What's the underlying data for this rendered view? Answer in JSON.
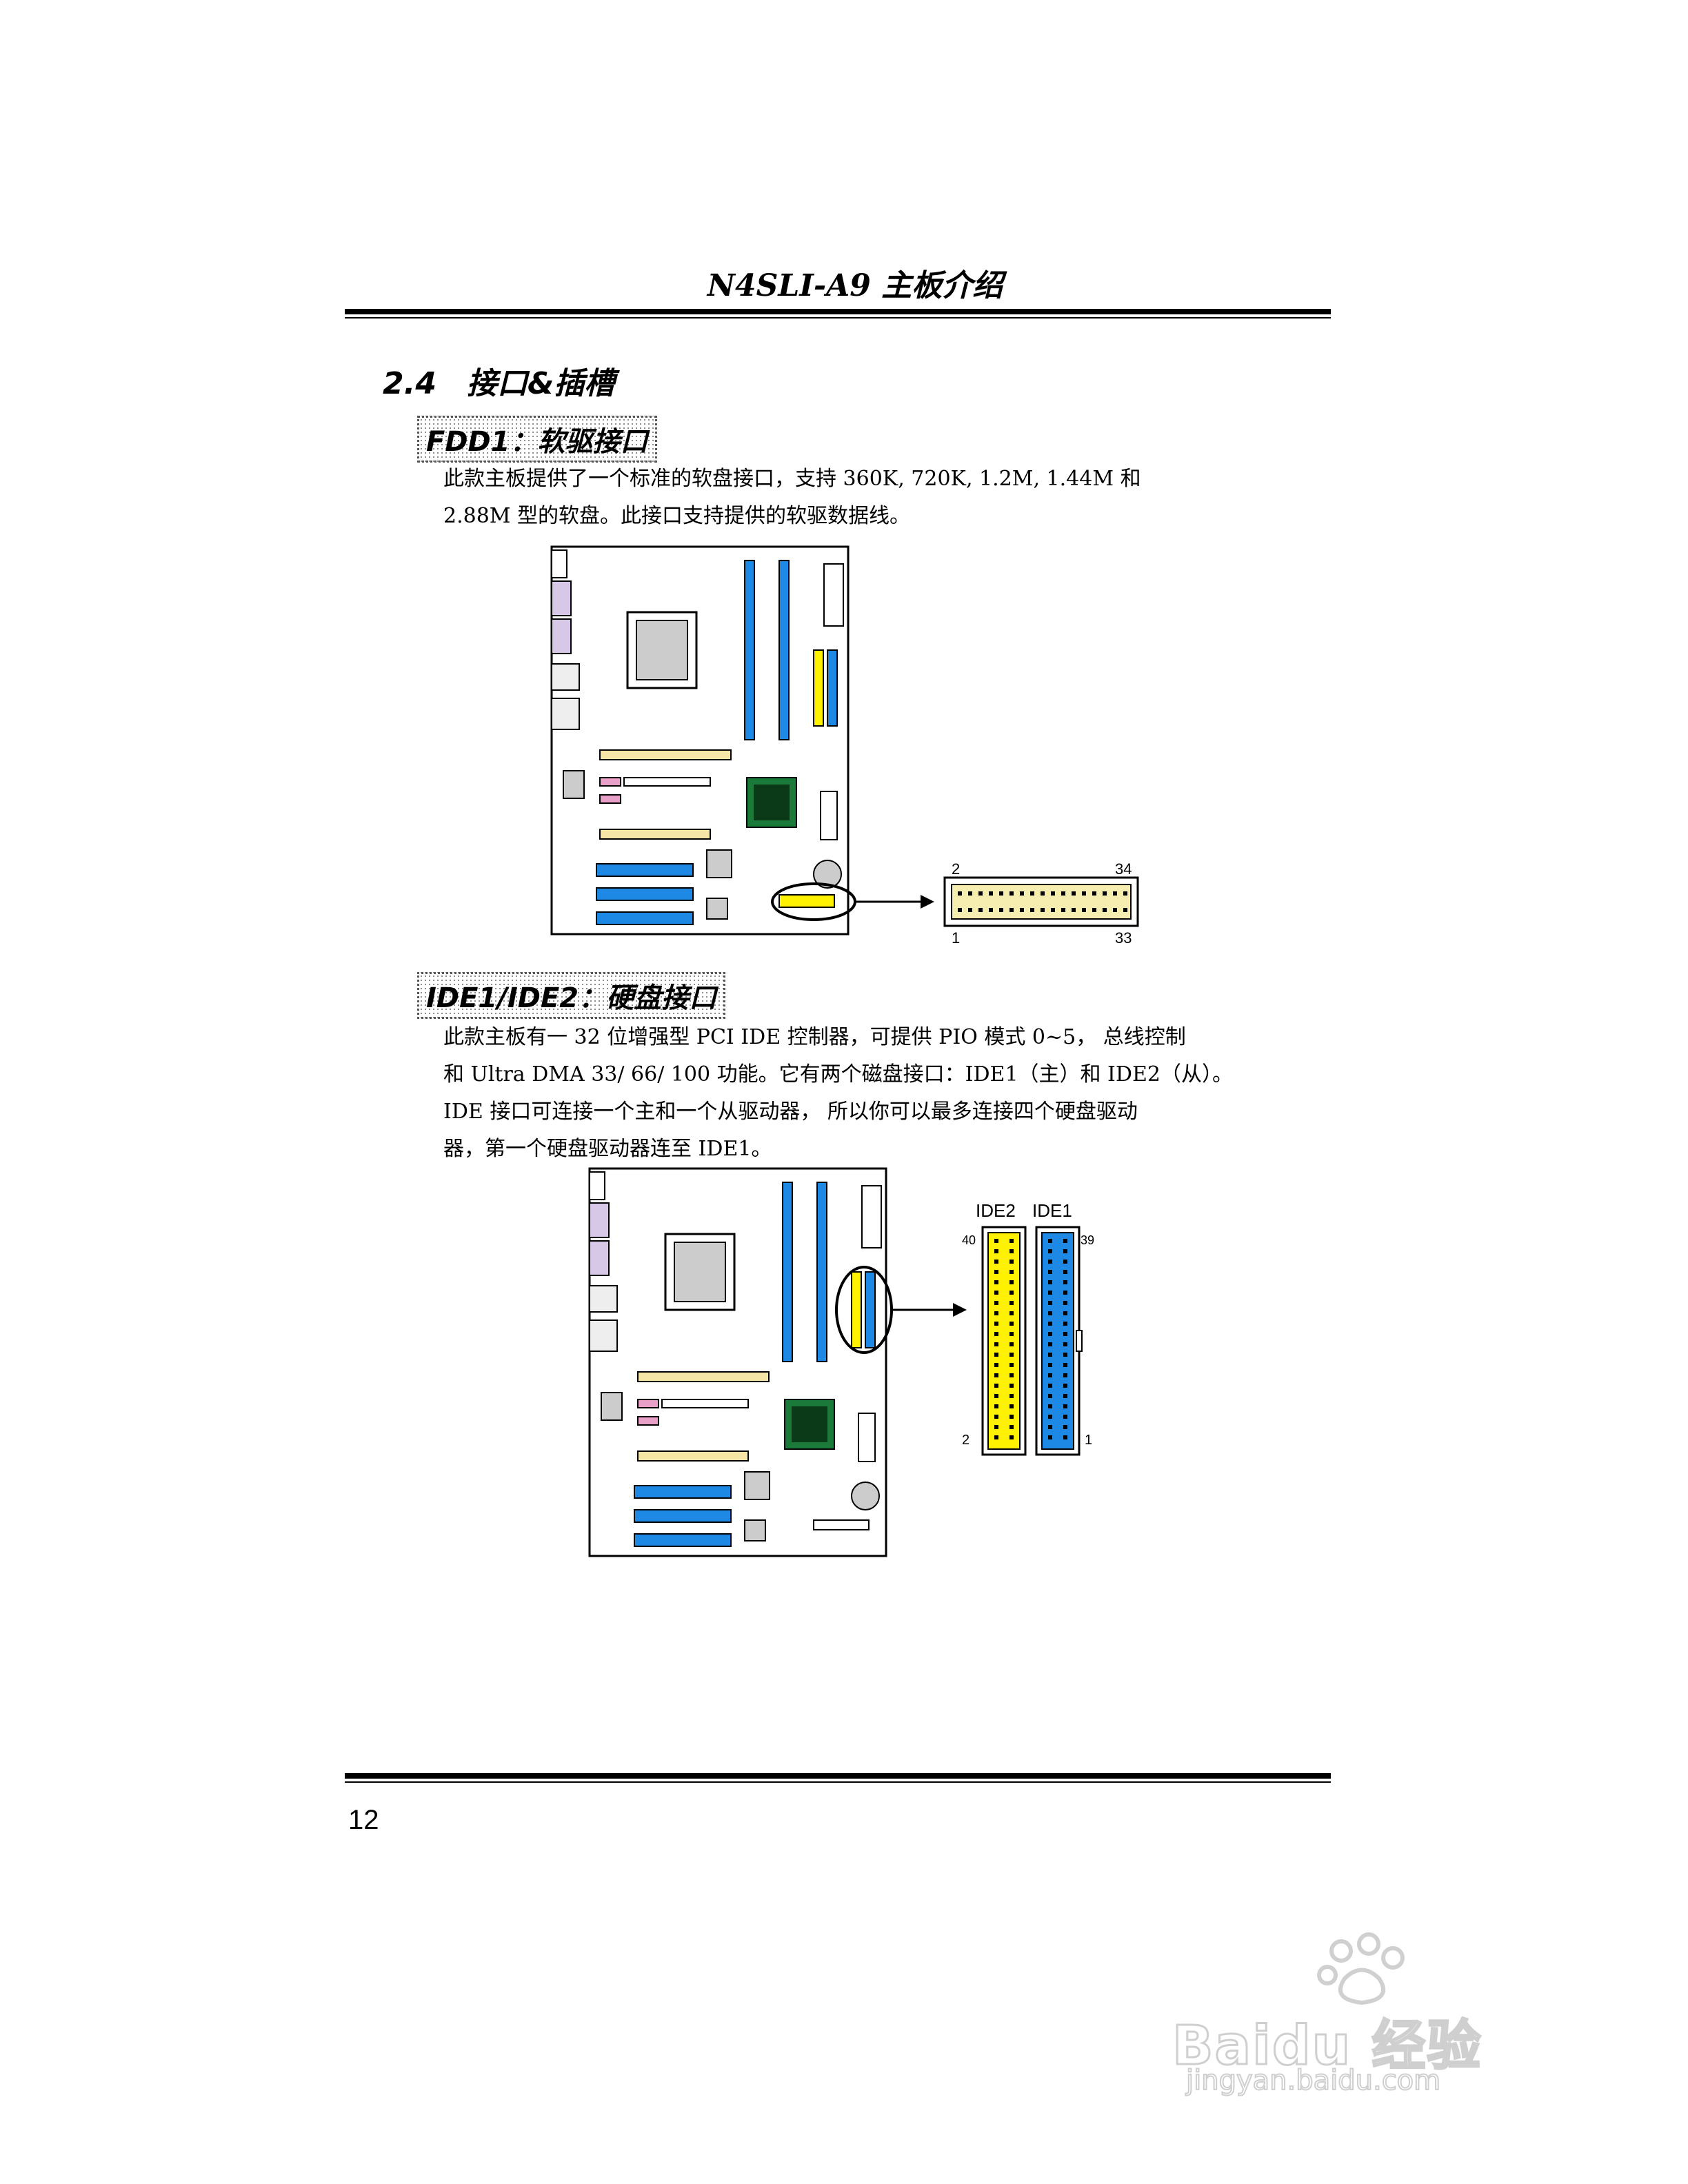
{
  "header": {
    "title": "N4SLI-A9 主板介绍"
  },
  "section": {
    "title": "2.4　接口&插槽"
  },
  "fdd": {
    "title": "FDD1：软驱接口",
    "line1": "此款主板提供了一个标准的软盘接口，支持 360K, 720K, 1.2M, 1.44M 和",
    "line2": "2.88M 型的软盘。此接口支持提供的软驱数据线。",
    "connector": {
      "pin_top_left": "2",
      "pin_top_right": "34",
      "pin_bottom_left": "1",
      "pin_bottom_right": "33"
    }
  },
  "ide": {
    "title": "IDE1/IDE2：硬盘接口",
    "line1": "此款主板有一 32 位增强型 PCI IDE 控制器，可提供 PIO 模式 0~5， 总线控制",
    "line2": "和 Ultra DMA 33/ 66/ 100 功能。它有两个磁盘接口：IDE1（主）和 IDE2（从）。",
    "line3": "IDE 接口可连接一个主和一个从驱动器，  所以你可以最多连接四个硬盘驱动",
    "line4": "器，第一个硬盘驱动器连至 IDE1。",
    "connector": {
      "ide2_label": "IDE2",
      "ide1_label": "IDE1",
      "ide2_top_pin": "40",
      "ide2_bottom_pin": "2",
      "ide1_top_pin": "39",
      "ide1_bottom_pin": "1"
    }
  },
  "footer": {
    "page_number": "12"
  },
  "watermark": {
    "brand": "Baidu 经验",
    "url": "jingyan.baidu.com"
  },
  "colors": {
    "dimm_blue": "#1e88e5",
    "ide_yellow": "#fff200",
    "pci_yellow": "#f5e6a8",
    "pink": "#e8a0c8",
    "chip_green": "#1b7a3a"
  }
}
